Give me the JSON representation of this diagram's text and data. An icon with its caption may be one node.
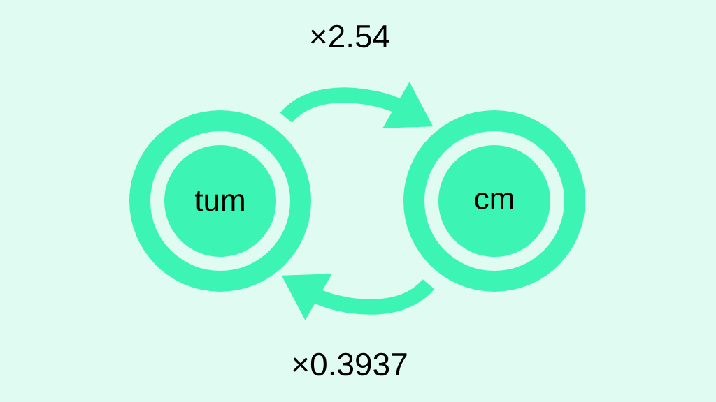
{
  "diagram": {
    "nodes": [
      {
        "text": [
          "tum"
        ]
      },
      {
        "text": [
          "cm"
        ]
      }
    ],
    "edges": [
      {
        "from": 0,
        "to": 1,
        "arrow": "to",
        "label": "×2.54"
      },
      {
        "from": 1,
        "to": 0,
        "arrow": "to",
        "label": "×0.3937"
      }
    ]
  }
}
